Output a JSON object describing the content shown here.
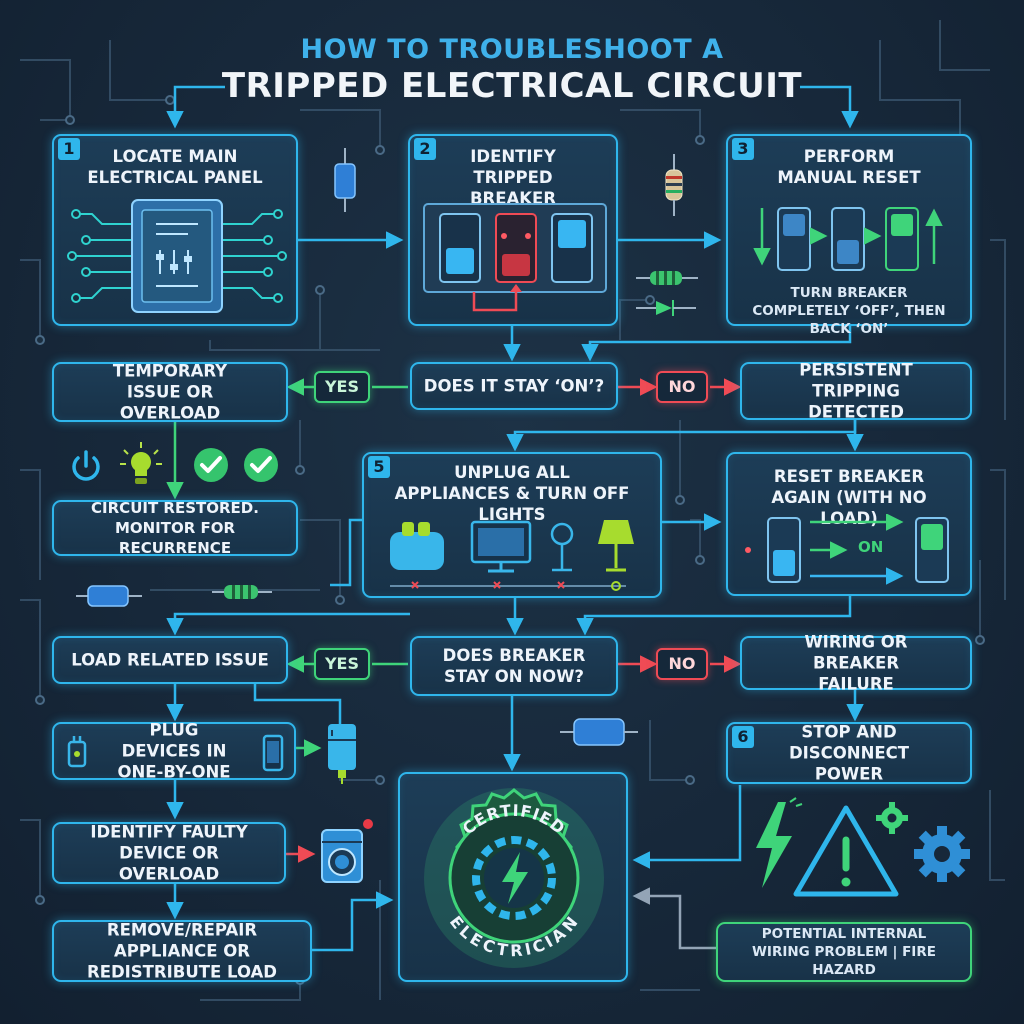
{
  "title": {
    "line1": "HOW TO TROUBLESHOOT A",
    "line2": "TRIPPED ELECTRICAL CIRCUIT"
  },
  "steps": {
    "s1": {
      "num": "1",
      "label": "LOCATE MAIN ELECTRICAL PANEL"
    },
    "s2": {
      "num": "2",
      "label": "IDENTIFY TRIPPED BREAKER"
    },
    "s3": {
      "num": "3",
      "label": "PERFORM MANUAL RESET",
      "note": "TURN BREAKER COMPLETELY ‘OFF’, THEN BACK ‘ON’"
    },
    "s5": {
      "num": "5",
      "label": "UNPLUG ALL APPLIANCES & TURN OFF LIGHTS"
    },
    "s6": {
      "num": "6",
      "label": "STOP AND DISCONNECT POWER"
    }
  },
  "decisions": {
    "d1": "DOES IT STAY ‘ON’?",
    "d2": "DOES BREAKER STAY ON NOW?"
  },
  "outcomes": {
    "temporary": "TEMPORARY ISSUE OR OVERLOAD",
    "restored": "CIRCUIT RESTORED. MONITOR FOR RECURRENCE",
    "persistent": "PERSISTENT TRIPPING DETECTED",
    "reset_again": "RESET BREAKER AGAIN (WITH NO LOAD)",
    "reset_on": "ON",
    "load_issue": "LOAD RELATED ISSUE",
    "wiring_failure": "WIRING OR BREAKER FAILURE",
    "plug_devices": "PLUG DEVICES IN ONE-BY-ONE",
    "identify_faulty": "IDENTIFY FAULTY DEVICE OR OVERLOAD",
    "remove_repair": "REMOVE/REPAIR APPLIANCE OR REDISTRIBUTE LOAD",
    "hazard": "POTENTIAL INTERNAL WIRING PROBLEM | FIRE HAZARD"
  },
  "branch_labels": {
    "yes": "YES",
    "no": "NO"
  },
  "badge": {
    "top": "CERTIFIED",
    "bottom": "ELECTRICIAN"
  },
  "colors": {
    "cyan": "#2fb6ec",
    "green": "#3fd47a",
    "red": "#ef4b55",
    "background": "#17283a"
  }
}
